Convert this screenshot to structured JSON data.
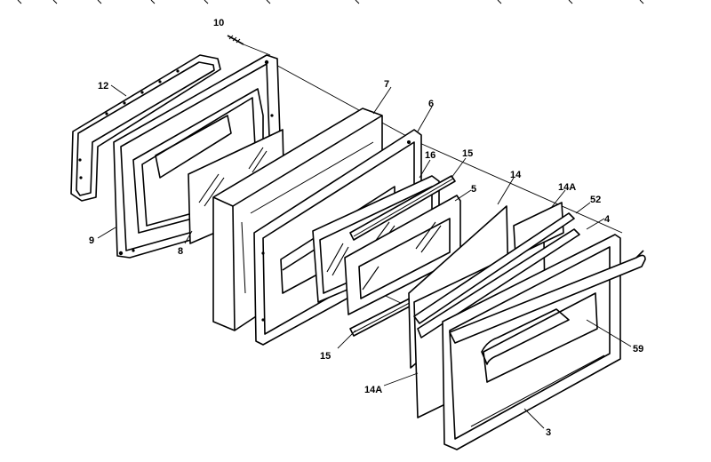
{
  "labels": {
    "p10": "10",
    "p12": "12",
    "p7": "7",
    "p6": "6",
    "p15a": "15",
    "p16": "16",
    "p14a": "14",
    "p5": "5",
    "p14A_top": "14A",
    "p52": "52",
    "p4": "4",
    "p9": "9",
    "p8": "8",
    "p15b": "15",
    "p14A_bot": "14A",
    "p59": "59",
    "p3": "3"
  }
}
